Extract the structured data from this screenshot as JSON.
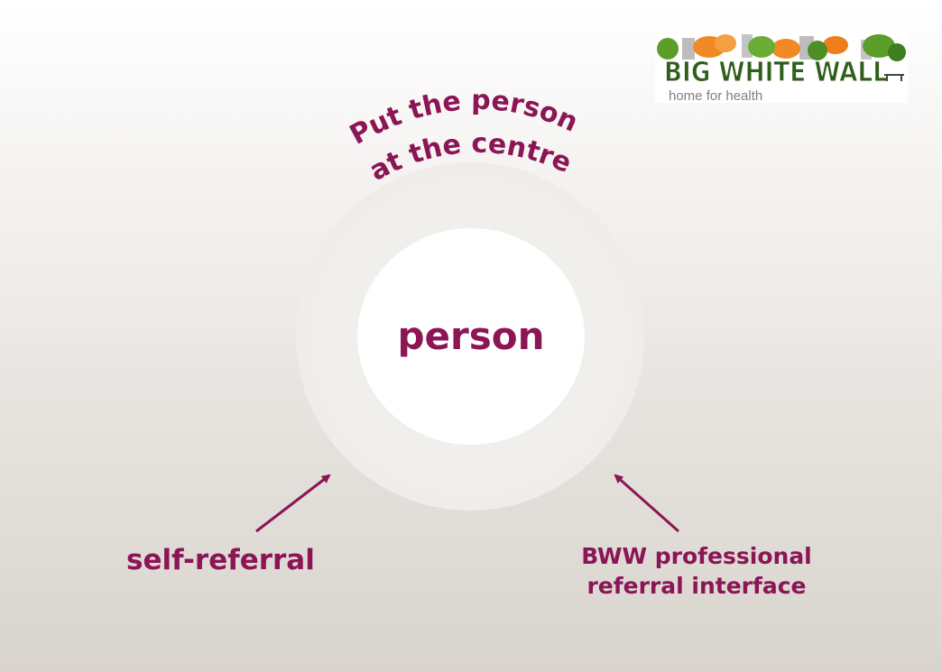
{
  "logo": {
    "name": "BIG WHITE WALL",
    "tagline": "home for health"
  },
  "diagram": {
    "title_line1": "Put the person",
    "title_line2": "at the centre",
    "center_label": "person",
    "left_label": "self-referral",
    "right_label_line1": "BWW professional",
    "right_label_line2": "referral interface"
  },
  "colors": {
    "accent": "#8b1555",
    "ring": "#efedea",
    "core": "#ffffff"
  }
}
